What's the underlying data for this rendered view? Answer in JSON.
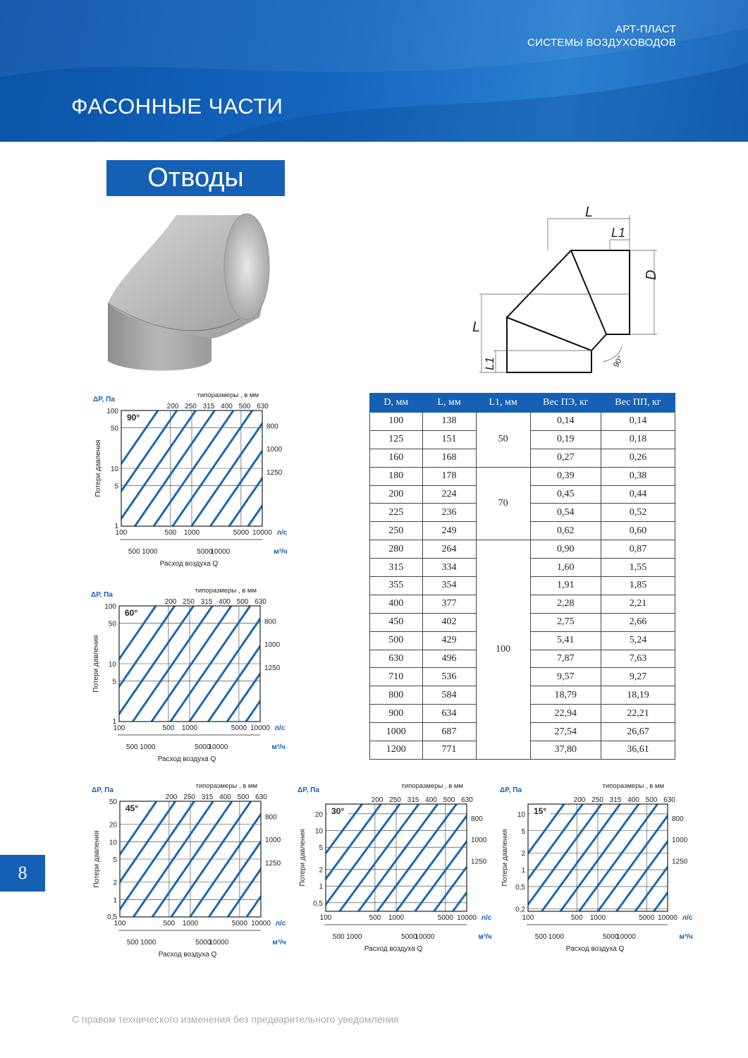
{
  "header": {
    "brand_line1": "АРТ-ПЛАСТ",
    "brand_line2": "СИСТЕМЫ ВОЗДУХОВОДОВ",
    "section": "ФАСОННЫЕ ЧАСТИ"
  },
  "subtitle": "Отводы",
  "drawing": {
    "L": "L",
    "L1": "L1",
    "D": "D",
    "angle": "90°"
  },
  "table": {
    "headers": [
      "D, мм",
      "L, мм",
      "L1, мм",
      "Вес ПЭ, кг",
      "Вес ПП, кг"
    ],
    "rows": [
      [
        "100",
        "138",
        "50",
        "0,14",
        "0,14"
      ],
      [
        "125",
        "151",
        "50",
        "0,19",
        "0,18"
      ],
      [
        "160",
        "168",
        "50",
        "0,27",
        "0,26"
      ],
      [
        "180",
        "178",
        "70",
        "0,39",
        "0,38"
      ],
      [
        "200",
        "224",
        "70",
        "0,45",
        "0,44"
      ],
      [
        "225",
        "236",
        "70",
        "0,54",
        "0,52"
      ],
      [
        "250",
        "249",
        "70",
        "0,62",
        "0,60"
      ],
      [
        "280",
        "264",
        "100",
        "0,90",
        "0,87"
      ],
      [
        "315",
        "334",
        "100",
        "1,60",
        "1,55"
      ],
      [
        "355",
        "354",
        "100",
        "1,91",
        "1,85"
      ],
      [
        "400",
        "377",
        "100",
        "2,28",
        "2,21"
      ],
      [
        "450",
        "402",
        "100",
        "2,75",
        "2,66"
      ],
      [
        "500",
        "429",
        "100",
        "5,41",
        "5,24"
      ],
      [
        "630",
        "496",
        "100",
        "7,87",
        "7,63"
      ],
      [
        "710",
        "536",
        "100",
        "9,57",
        "9,27"
      ],
      [
        "800",
        "584",
        "100",
        "18,79",
        "18,19"
      ],
      [
        "900",
        "634",
        "100",
        "22,94",
        "22,21"
      ],
      [
        "1000",
        "687",
        "100",
        "27,54",
        "26,67"
      ],
      [
        "1200",
        "771",
        "100",
        "37,80",
        "36,61"
      ]
    ],
    "l1_groups": [
      {
        "value": "50",
        "span": 3
      },
      {
        "value": "70",
        "span": 4
      },
      {
        "value": "100",
        "span": 12
      }
    ]
  },
  "chart_common": {
    "ylabel_unit": "ΔP, Па",
    "ylabel": "Потери давления",
    "sizes_label": "типоразмеры , в мм",
    "sizes_top": [
      "200",
      "250",
      "315",
      "400",
      "500",
      "630"
    ],
    "sizes_right": [
      "800",
      "1000",
      "1250"
    ],
    "x_ls_ticks": [
      "100",
      "500",
      "1000",
      "5000",
      "10000"
    ],
    "x_ls_unit": "л/с",
    "x_m3h_ticks": [
      "500",
      "1000",
      "5000",
      "10000"
    ],
    "x_m3h_unit": "м³/ч",
    "xlabel": "Расход воздуха Q",
    "line_color": "#1a6aad"
  },
  "chart_data": [
    {
      "type": "line",
      "angle": "90°",
      "y_ticks": [
        "100",
        "50",
        "10",
        "5",
        "1"
      ],
      "ylim": [
        1,
        100
      ],
      "xlim": [
        100,
        10000
      ],
      "log": true,
      "series_count": 12
    },
    {
      "type": "line",
      "angle": "60°",
      "y_ticks": [
        "100",
        "50",
        "10",
        "5",
        "1"
      ],
      "ylim": [
        1,
        100
      ],
      "xlim": [
        100,
        10000
      ],
      "log": true,
      "series_count": 12
    },
    {
      "type": "line",
      "angle": "45°",
      "y_ticks": [
        "50",
        "20",
        "10",
        "5",
        "2",
        "1",
        "0,5"
      ],
      "ylim": [
        0.5,
        50
      ],
      "xlim": [
        100,
        10000
      ],
      "log": true,
      "series_count": 12
    },
    {
      "type": "line",
      "angle": "30°",
      "y_ticks": [
        "20",
        "10",
        "5",
        "2",
        "1",
        "0,5"
      ],
      "ylim": [
        0.35,
        30
      ],
      "xlim": [
        100,
        10000
      ],
      "log": true,
      "series_count": 12
    },
    {
      "type": "line",
      "angle": "15°",
      "y_ticks": [
        "10",
        "5",
        "2",
        "1",
        "0,5",
        "0,2"
      ],
      "ylim": [
        0.18,
        15
      ],
      "xlim": [
        100,
        10000
      ],
      "log": true,
      "series_count": 12
    }
  ],
  "footer": "С правом технического изменения без предварительного уведомления",
  "page_number": "8"
}
